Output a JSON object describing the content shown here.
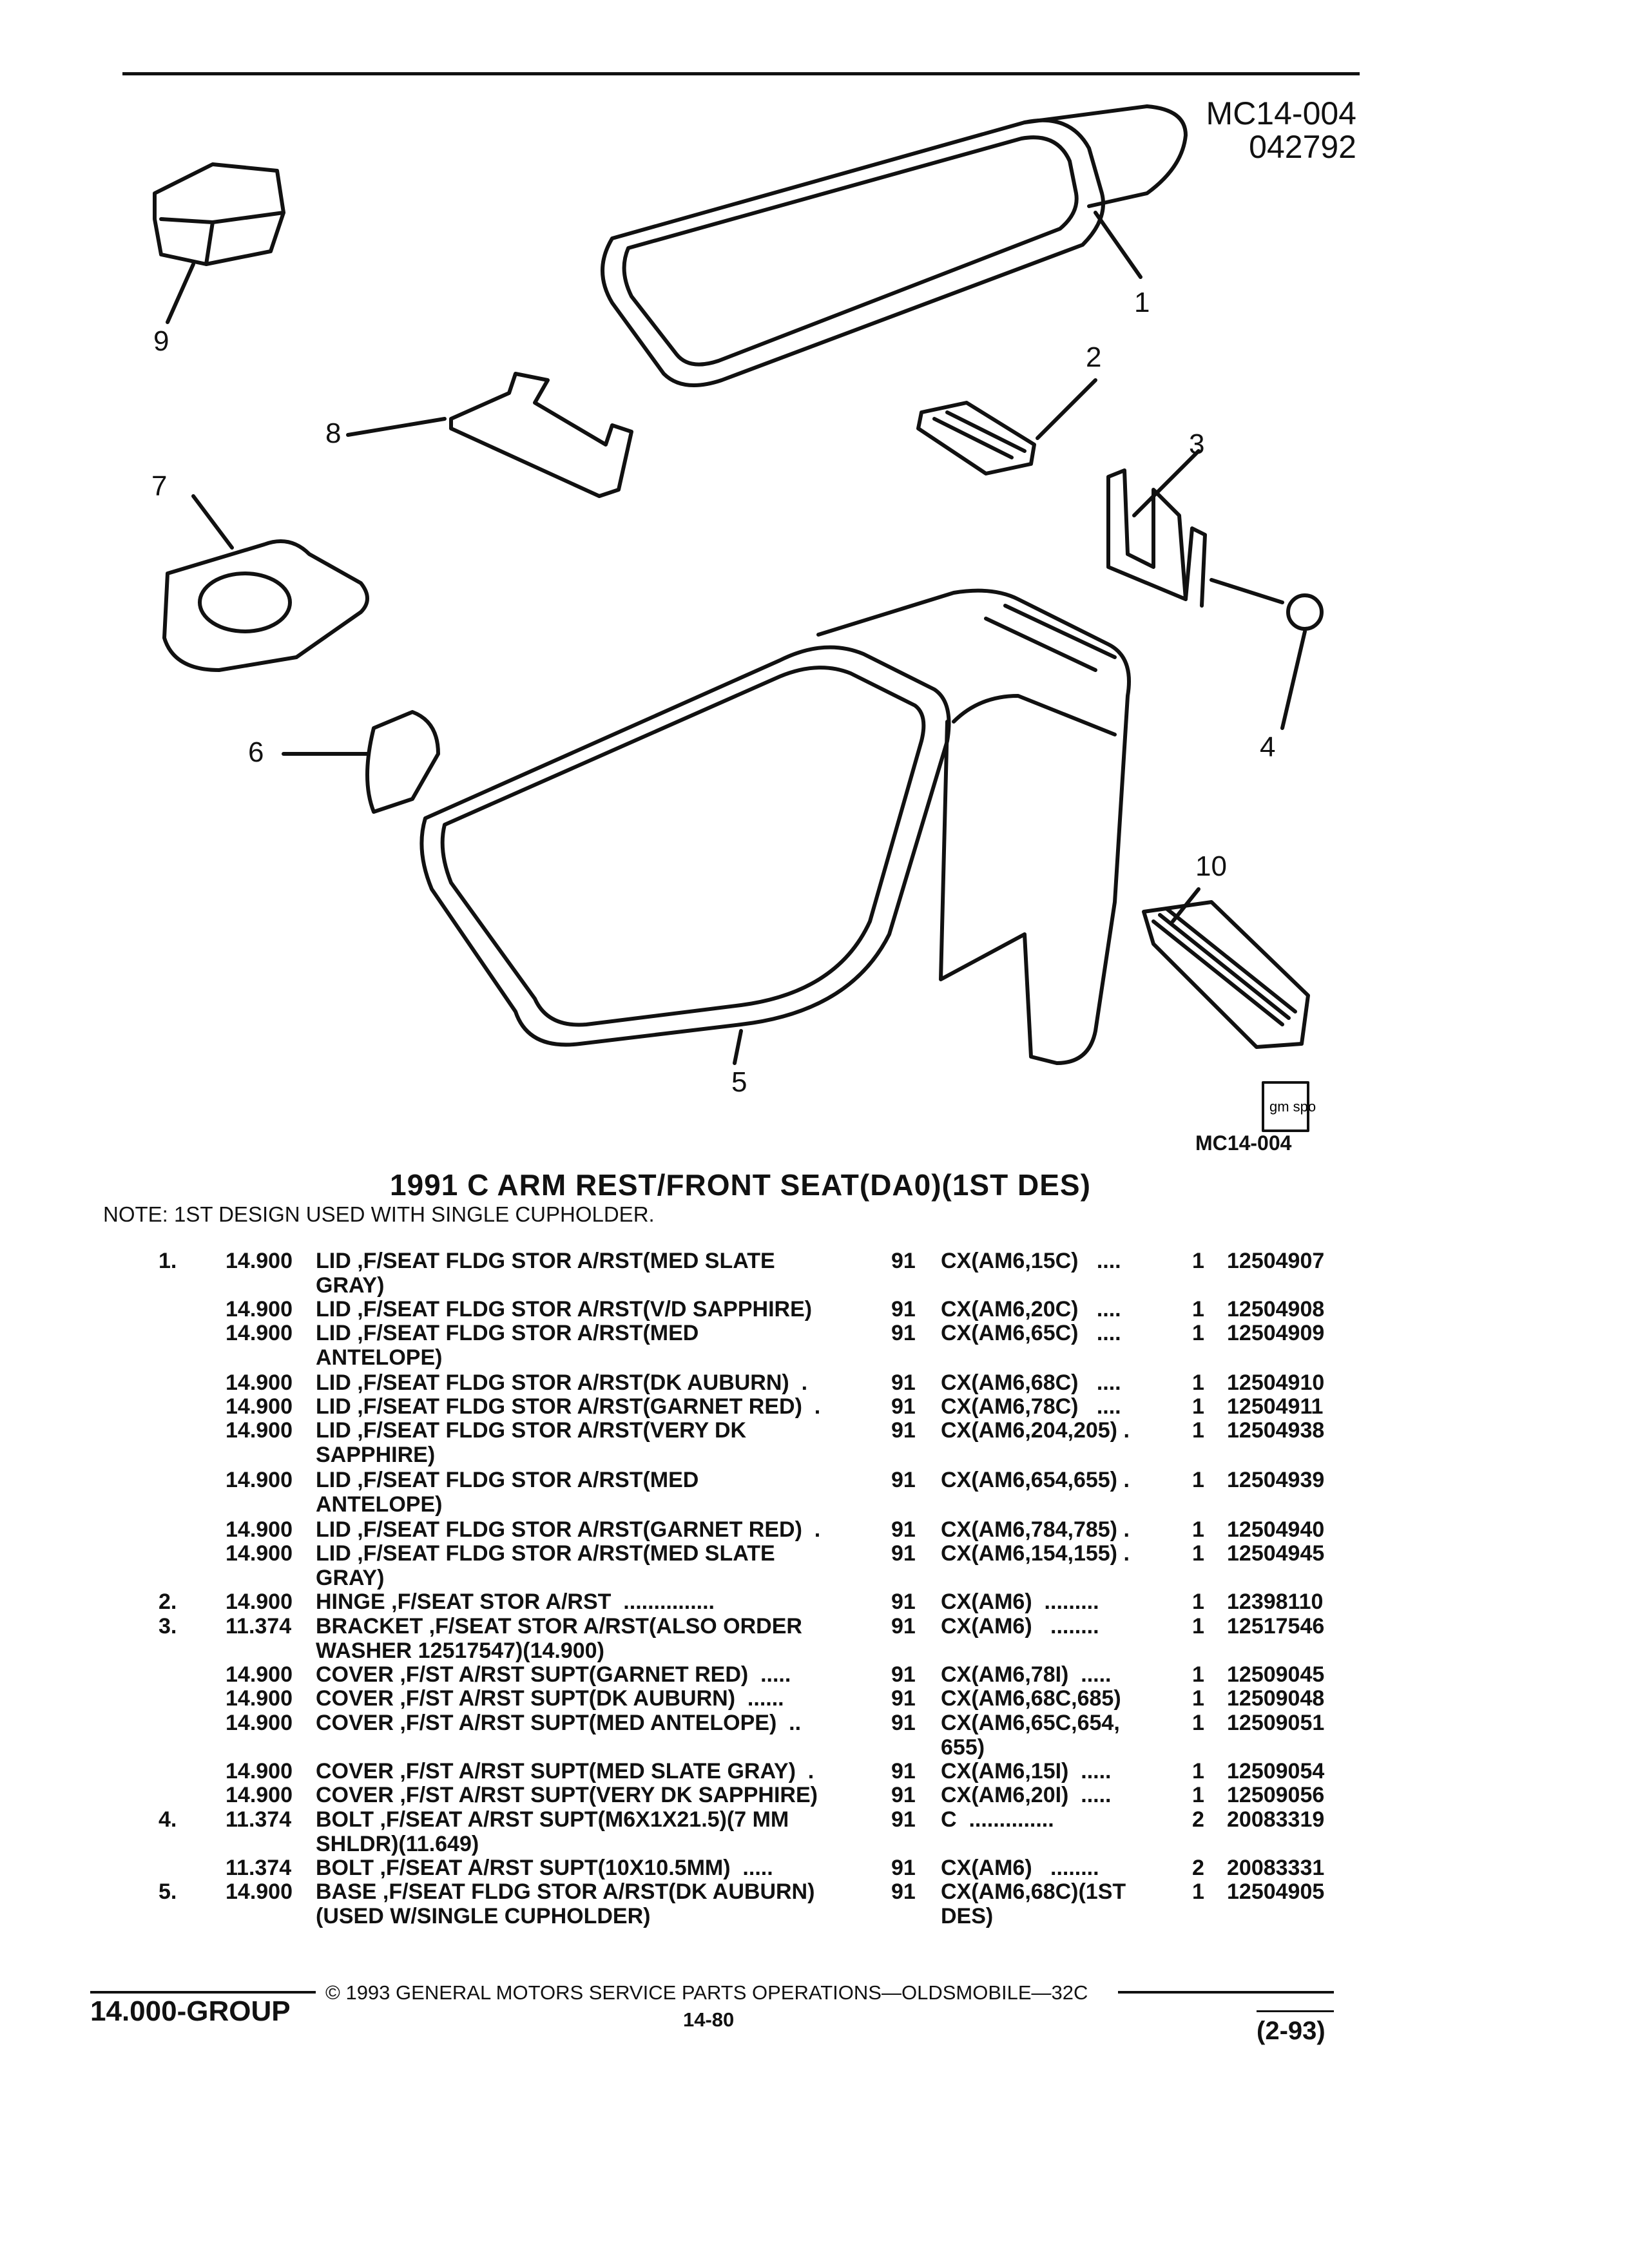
{
  "header": {
    "ref_code": "MC14-004",
    "ref_date": "042792"
  },
  "diagram": {
    "callouts": [
      "1",
      "2",
      "3",
      "4",
      "5",
      "6",
      "7",
      "8",
      "9",
      "10"
    ],
    "logo_text": "gm spo",
    "bottom_ref": "MC14-004"
  },
  "catalog": {
    "title": "1991 C ARM REST/FRONT SEAT(DA0)(1ST DES)",
    "note": "NOTE:  1ST DESIGN USED WITH SINGLE CUPHOLDER.",
    "rows": [
      {
        "ref": "1.",
        "group": "14.900",
        "desc": "LID ,F/SEAT FLDG STOR A/RST(MED SLATE\nGRAY)",
        "year": "91",
        "usage": "CX(AM6,15C)   ....",
        "qty": "1",
        "part": "12504907"
      },
      {
        "ref": "",
        "group": "14.900",
        "desc": "LID ,F/SEAT FLDG STOR A/RST(V/D SAPPHIRE)",
        "year": "91",
        "usage": "CX(AM6,20C)   ....",
        "qty": "1",
        "part": "12504908"
      },
      {
        "ref": "",
        "group": "14.900",
        "desc": "LID ,F/SEAT FLDG STOR A/RST(MED\nANTELOPE)",
        "year": "91",
        "usage": "CX(AM6,65C)   ....",
        "qty": "1",
        "part": "12504909"
      },
      {
        "ref": "",
        "group": "14.900",
        "desc": "LID ,F/SEAT FLDG STOR A/RST(DK AUBURN)  .",
        "year": "91",
        "usage": "CX(AM6,68C)   ....",
        "qty": "1",
        "part": "12504910"
      },
      {
        "ref": "",
        "group": "14.900",
        "desc": "LID ,F/SEAT FLDG STOR A/RST(GARNET RED)  .",
        "year": "91",
        "usage": "CX(AM6,78C)   ....",
        "qty": "1",
        "part": "12504911"
      },
      {
        "ref": "",
        "group": "14.900",
        "desc": "LID ,F/SEAT FLDG STOR A/RST(VERY DK\nSAPPHIRE)",
        "year": "91",
        "usage": "CX(AM6,204,205) .",
        "qty": "1",
        "part": "12504938"
      },
      {
        "ref": "",
        "group": "14.900",
        "desc": "LID ,F/SEAT FLDG STOR A/RST(MED\nANTELOPE)",
        "year": "91",
        "usage": "CX(AM6,654,655) .",
        "qty": "1",
        "part": "12504939"
      },
      {
        "ref": "",
        "group": "14.900",
        "desc": "LID ,F/SEAT FLDG STOR A/RST(GARNET RED)  .",
        "year": "91",
        "usage": "CX(AM6,784,785) .",
        "qty": "1",
        "part": "12504940"
      },
      {
        "ref": "",
        "group": "14.900",
        "desc": "LID ,F/SEAT FLDG STOR A/RST(MED SLATE\nGRAY)",
        "year": "91",
        "usage": "CX(AM6,154,155) .",
        "qty": "1",
        "part": "12504945"
      },
      {
        "ref": "2.",
        "group": "14.900",
        "desc": "HINGE ,F/SEAT STOR A/RST  ...............",
        "year": "91",
        "usage": "CX(AM6)  .........",
        "qty": "1",
        "part": "12398110"
      },
      {
        "ref": "3.",
        "group": "11.374",
        "desc": "BRACKET ,F/SEAT STOR A/RST(ALSO ORDER\nWASHER 12517547)(14.900)",
        "year": "91",
        "usage": "CX(AM6)   ........",
        "qty": "1",
        "part": "12517546"
      },
      {
        "ref": "",
        "group": "14.900",
        "desc": "COVER ,F/ST A/RST SUPT(GARNET RED)  .....",
        "year": "91",
        "usage": "CX(AM6,78I)  .....",
        "qty": "1",
        "part": "12509045"
      },
      {
        "ref": "",
        "group": "14.900",
        "desc": "COVER ,F/ST A/RST SUPT(DK AUBURN)  ......",
        "year": "91",
        "usage": "CX(AM6,68C,685)",
        "qty": "1",
        "part": "12509048"
      },
      {
        "ref": "",
        "group": "14.900",
        "desc": "COVER ,F/ST A/RST SUPT(MED ANTELOPE)  ..",
        "year": "91",
        "usage": "CX(AM6,65C,654,\n655)",
        "qty": "1",
        "part": "12509051"
      },
      {
        "ref": "",
        "group": "14.900",
        "desc": "COVER ,F/ST A/RST SUPT(MED SLATE GRAY)  .",
        "year": "91",
        "usage": "CX(AM6,15I)  .....",
        "qty": "1",
        "part": "12509054"
      },
      {
        "ref": "",
        "group": "14.900",
        "desc": "COVER ,F/ST A/RST SUPT(VERY DK SAPPHIRE)",
        "year": "91",
        "usage": "CX(AM6,20I)  .....",
        "qty": "1",
        "part": "12509056"
      },
      {
        "ref": "4.",
        "group": "11.374",
        "desc": "BOLT ,F/SEAT A/RST SUPT(M6X1X21.5)(7 MM\nSHLDR)(11.649)",
        "year": "91",
        "usage": "C  ..............",
        "qty": "2",
        "part": "20083319"
      },
      {
        "ref": "",
        "group": "11.374",
        "desc": "BOLT ,F/SEAT A/RST SUPT(10X10.5MM)  .....",
        "year": "91",
        "usage": "CX(AM6)   ........",
        "qty": "2",
        "part": "20083331"
      },
      {
        "ref": "5.",
        "group": "14.900",
        "desc": "BASE ,F/SEAT FLDG STOR A/RST(DK AUBURN)\n(USED W/SINGLE CUPHOLDER)",
        "year": "91",
        "usage": "CX(AM6,68C)(1ST\nDES)",
        "qty": "1",
        "part": "12504905"
      }
    ]
  },
  "footer": {
    "group": "14.000-GROUP",
    "copyright": "© 1993  GENERAL MOTORS SERVICE PARTS OPERATIONS—OLDSMOBILE—32C",
    "page": "14-80",
    "date": "(2-93)"
  }
}
